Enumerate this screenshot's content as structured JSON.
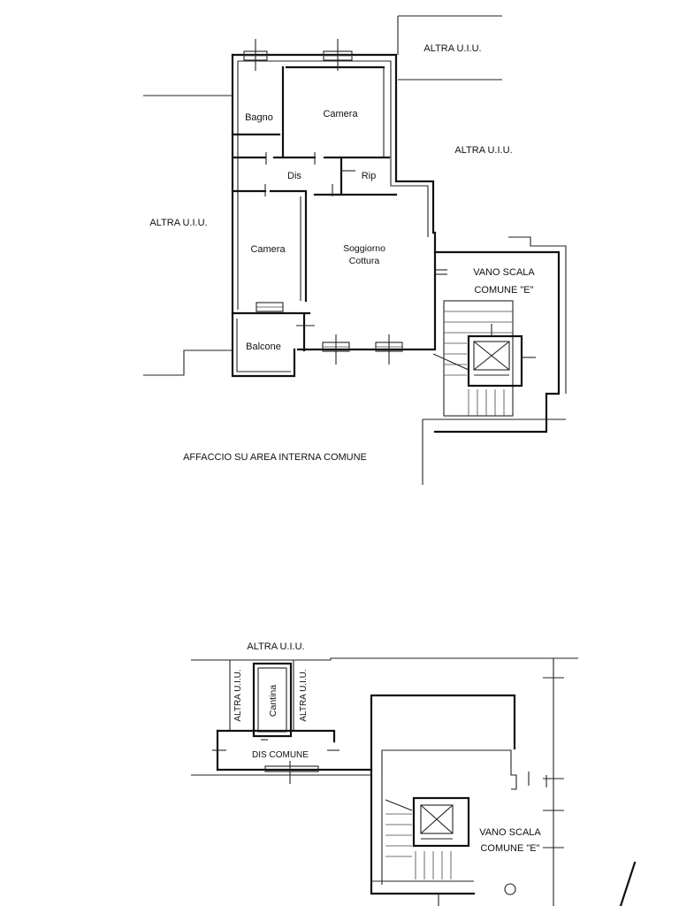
{
  "upper_plan": {
    "labels": {
      "altra_top_right": "ALTRA U.I.U.",
      "altra_right": "ALTRA U.I.U.",
      "altra_left": "ALTRA U.I.U.",
      "bagno": "Bagno",
      "camera_top": "Camera",
      "dis": "Dis",
      "rip": "Rip",
      "camera_left": "Camera",
      "soggiorno_1": "Soggiorno",
      "soggiorno_2": "Cottura",
      "balcone": "Balcone",
      "vano_scala_1": "VANO SCALA",
      "vano_scala_2": "COMUNE \"E\"",
      "affaccio": "AFFACCIO SU AREA INTERNA COMUNE"
    }
  },
  "lower_plan": {
    "labels": {
      "altra_top": "ALTRA U.I.U.",
      "altra_left_vertical": "ALTRA U.I.U.",
      "altra_right_vertical": "ALTRA U.I.U.",
      "cantina": "Cantina",
      "dis_comune": "DIS COMUNE",
      "vano_scala_1": "VANO SCALA",
      "vano_scala_2": "COMUNE \"E\""
    }
  }
}
